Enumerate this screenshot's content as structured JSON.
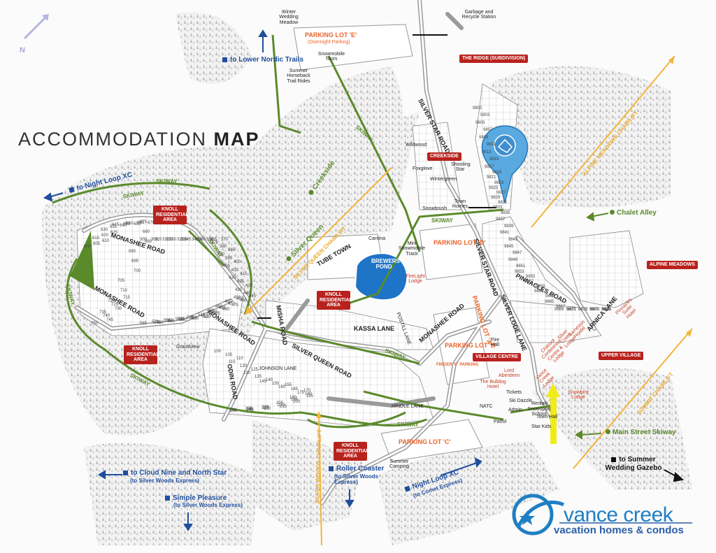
{
  "map": {
    "title_light": "ACCOMMODATION ",
    "title_bold": "MAP",
    "north": "N",
    "logo": {
      "word": "vance creek",
      "sub": "vacation homes & condos"
    },
    "roads": {
      "silver_star_road_top": "SILVER STAR ROAD",
      "silver_star_road_mid": "SILVER STAR ROAD",
      "monashee_road_left": "MONASHEE ROAD",
      "monashee_road_west": "MONASHEE ROAD",
      "monashee_road_centre": "MONASHEE ROAD",
      "monashee_road_east": "MONASHEE ROAD",
      "silver_queen_road": "SILVER QUEEN ROAD",
      "kassa_lane": "KASSA LANE",
      "pinnacles_road": "PINNACLES ROAD",
      "silver_lode_lane": "SILVER LODE LANE",
      "arnica_lane": "ARNICA LANE",
      "odin_road": "ODIN ROAD",
      "misha_road": "MISHA ROAD",
      "postill_lane": "POSTILL LANE",
      "johnson_lane": "JOHNSON LANE",
      "hindle_lane": "HINDLE LANE",
      "tube_town": "TUBE TOWN",
      "brewers_pond": "BREWERS POND"
    },
    "parking": {
      "lot_e": "PARKING LOT 'E'",
      "lot_e_sub": "(Overnight Parking)",
      "lot_d": "PARKING LOT 'D'",
      "lot_b": "PARKING LOT 'B'",
      "lot_c": "PARKING LOT 'C'",
      "lot_a": "PARKING LOT 'A'",
      "finger_c": "FINGER 'C' PARKING"
    },
    "badges": {
      "ridge": "THE RIDGE (SUBDIVISION)",
      "creekside": "CREEKSIDE",
      "knoll_1": "KNOLL RESIDENTIAL AREA",
      "knoll_2": "KNOLL RESIDENTIAL AREA",
      "knoll_3": "KNOLL RESIDENTIAL AREA",
      "knoll_4": "KNOLL RESIDENTIAL AREA",
      "alpine_meadows": "ALPINE MEADOWS",
      "upper_village": "UPPER VILLAGE",
      "village_centre": "VILLAGE CENTRE"
    },
    "places": {
      "winter_wedding": "Winter Wedding Meadow",
      "garbage": "Garbage and Recycle Station",
      "snowmobile_tours": "Snowmobile Tours",
      "summer_horseback": "Summer Horseback Trail Rides",
      "wildwood": "Wildwood",
      "foxglove": "Foxglove",
      "shooting_star": "Shooting Star",
      "wintergreen": "Wintergreen",
      "snowbrush": "Snowbrush",
      "town_homes": "Town Homes",
      "cantina": "Cantina",
      "mini_snowmobile": "Mini Snowmobile Track",
      "firelight": "FireLight Lodge",
      "grandview": "Grandview",
      "fire_hall": "Fire Hall",
      "lord_aberdeen": "Lord Aberdeen",
      "bulldog": "The Bulldog Hotel",
      "tickets": "Tickets",
      "ski_dazzle": "Ski Dazzle",
      "admin": "Admin",
      "rentals": "Rentals",
      "snowsport_school": "Snowsport School",
      "town_hall": "Town Hall",
      "patrol": "Patrol",
      "star_kids": "Star Kids",
      "natc": "NATC",
      "summer_camping": "Summer Camping",
      "snowbird": "Snowbird Lodge",
      "silver_creek": "Silver Creek Lodge",
      "chilcoot": "Chilcoot Conference Centre & Lodge",
      "samesun": "Samesun Hostel",
      "pinnacles_suite": "Pinnacles Suite Hotel",
      "vance_creek_lodge": "Vance Creek Lodge"
    },
    "trails": {
      "skiway": "SKIWAY",
      "creekside": "Creekside",
      "silver_queen": "Silver Queen",
      "chalet_alley": "Chalet Alley",
      "main_street": "Main Street Skiway"
    },
    "lifts": {
      "silver_queen": "SILVER QUEEN CHAIRLIFT",
      "alpine_meadows": "ALPINE MEADOWS CHAIRLIFT",
      "summit": "SUMMIT CHAIRLIFT",
      "silver_woods": "SILVER WOODS CHAIRLIFT"
    },
    "destinations": {
      "lower_nordic": "to Lower Nordic Trails",
      "night_loop_w": "to Night Loop XC",
      "cloud_nine": "to Cloud Nine and North Star",
      "cloud_nine_sub": "(to Silver Woods Express)",
      "simple_pleasure": "Simple Pleasure",
      "simple_pleasure_sub": "(to Silver Woods Express)",
      "roller_coaster": "Roller Coaster",
      "roller_coaster_sub": "(to Silver Woods Express)",
      "night_loop_s": "Night Loop XC",
      "night_loop_s_sub": "(to Comet Express)",
      "summer_gazebo": "to Summer Wedding Gazebo"
    },
    "house_numbers": [
      "9801",
      "9803",
      "9805",
      "9807",
      "9809",
      "9811",
      "9813",
      "9815",
      "9817",
      "9819",
      "9821",
      "9823",
      "9825",
      "9827",
      "9829",
      "9831",
      "9833",
      "9835",
      "9837",
      "9839",
      "9841",
      "9843",
      "9845",
      "9847",
      "9849",
      "9851",
      "9853",
      "9855",
      "9857",
      "9859",
      "9861",
      "9863",
      "9865",
      "9867",
      "9869",
      "9871",
      "9873",
      "9875",
      "9877",
      "9879",
      "9881",
      "9883",
      "9885"
    ],
    "knoll_numbers": [
      "600",
      "605",
      "610",
      "615",
      "620",
      "625",
      "630",
      "635",
      "640",
      "645",
      "650",
      "655",
      "660",
      "665",
      "670",
      "675",
      "680",
      "685",
      "690",
      "695",
      "700",
      "705",
      "710",
      "715",
      "720",
      "725",
      "730",
      "735",
      "740",
      "745",
      "750"
    ],
    "west_numbers": [
      "300",
      "305",
      "310",
      "315",
      "320",
      "325",
      "330",
      "335",
      "340",
      "345",
      "350",
      "355",
      "360",
      "365",
      "370",
      "375",
      "380",
      "385",
      "390",
      "395",
      "400",
      "405",
      "410",
      "415",
      "420",
      "425",
      "430",
      "435",
      "440",
      "445",
      "450",
      "455",
      "460",
      "465",
      "470",
      "475",
      "480",
      "485",
      "490",
      "495",
      "500",
      "505",
      "510",
      "515",
      "520",
      "525",
      "530",
      "535",
      "540",
      "545",
      "550",
      "555",
      "560",
      "565",
      "570",
      "575",
      "580",
      "585"
    ],
    "south_numbers": [
      "100",
      "105",
      "110",
      "115",
      "120",
      "125",
      "130",
      "135",
      "140",
      "145",
      "150",
      "155",
      "160",
      "165",
      "170",
      "175",
      "180",
      "185",
      "190",
      "195",
      "200",
      "205",
      "210",
      "215",
      "220",
      "225",
      "230",
      "235",
      "240",
      "245",
      "250",
      "255"
    ]
  },
  "colors": {
    "skiway": "#5b8a2b",
    "badge": "#b8221d",
    "lift": "#f3b53b",
    "road": "#9a9a9a",
    "pond": "#1e74c7",
    "accent_yellow": "#f0ec1a",
    "blue": "#1f4e9c"
  }
}
